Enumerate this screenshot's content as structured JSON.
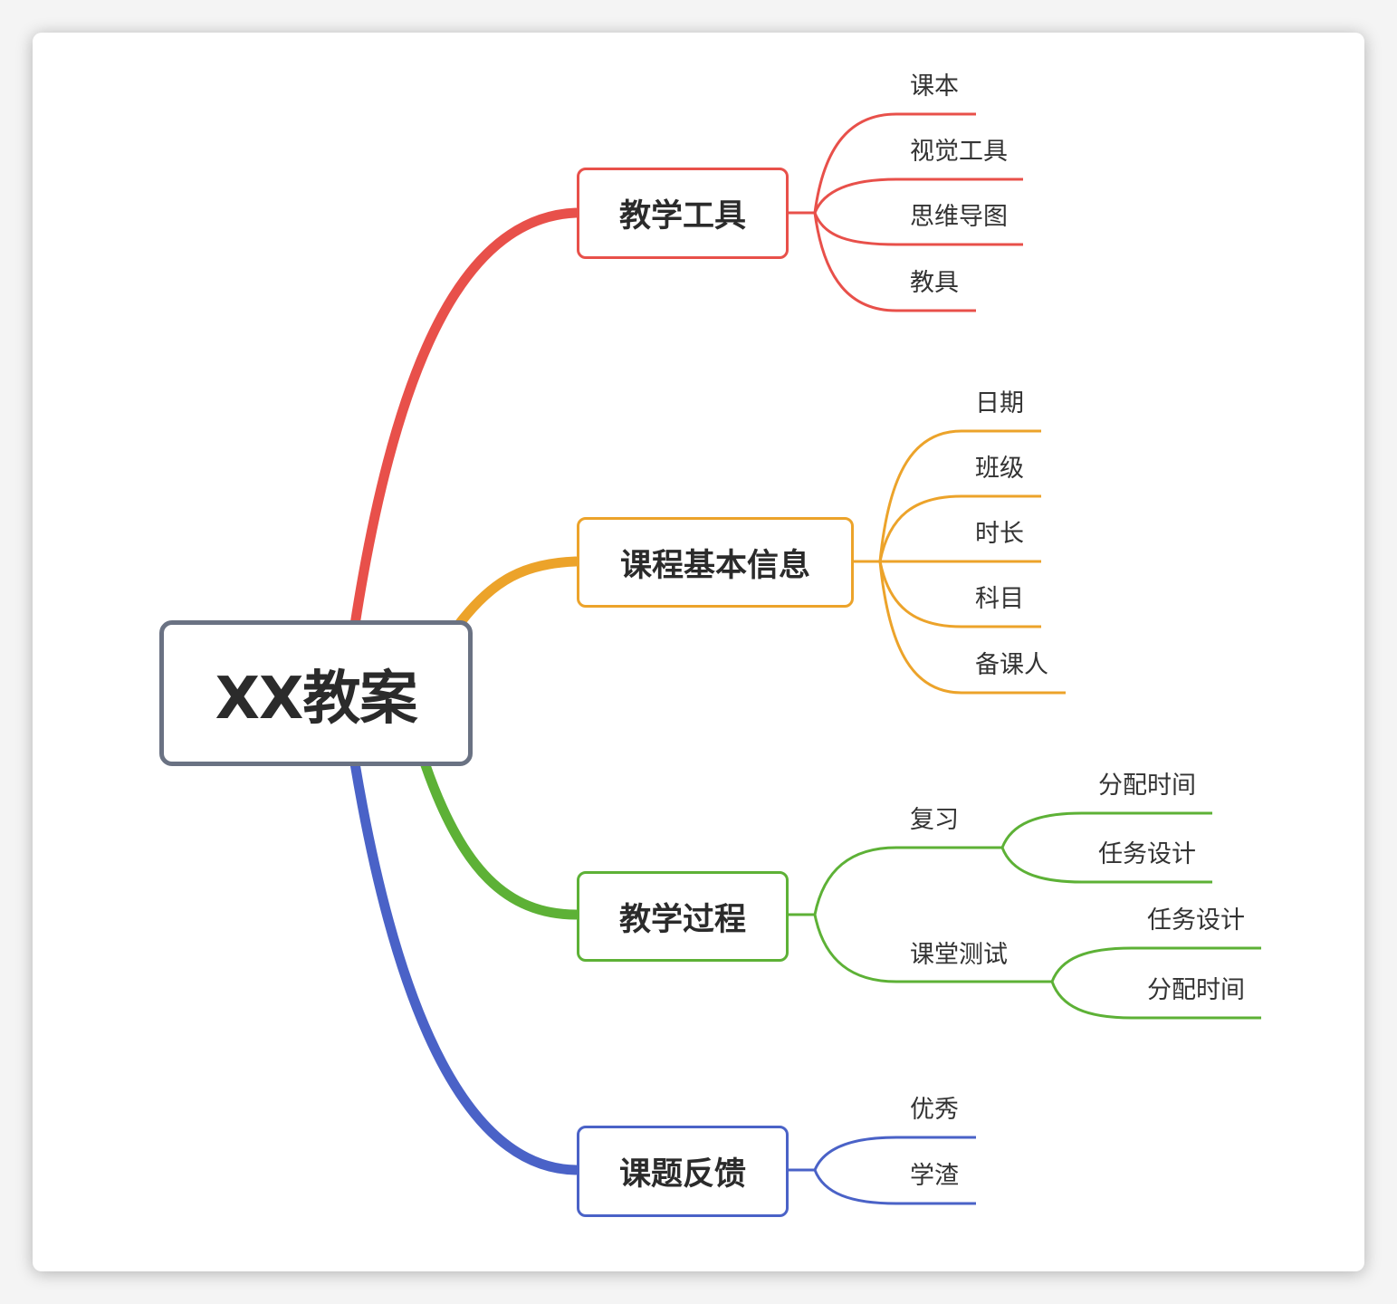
{
  "central": {
    "title": "XX教案",
    "border_color": "#6a7283"
  },
  "branches": [
    {
      "title": "教学工具",
      "color": "#e8504a",
      "children": [
        "课本",
        "视觉工具",
        "思维导图",
        "教具"
      ]
    },
    {
      "title": "课程基本信息",
      "color": "#eca32a",
      "children": [
        "日期",
        "班级",
        "时长",
        "科目",
        "备课人"
      ]
    },
    {
      "title": "教学过程",
      "color": "#5db136",
      "children": [
        {
          "label": "复习",
          "children": [
            "分配时间",
            "任务设计"
          ]
        },
        {
          "label": "课堂测试",
          "children": [
            "任务设计",
            "分配时间"
          ]
        }
      ]
    },
    {
      "title": "课题反馈",
      "color": "#4a62c7",
      "children": [
        "优秀",
        "学渣"
      ]
    }
  ]
}
